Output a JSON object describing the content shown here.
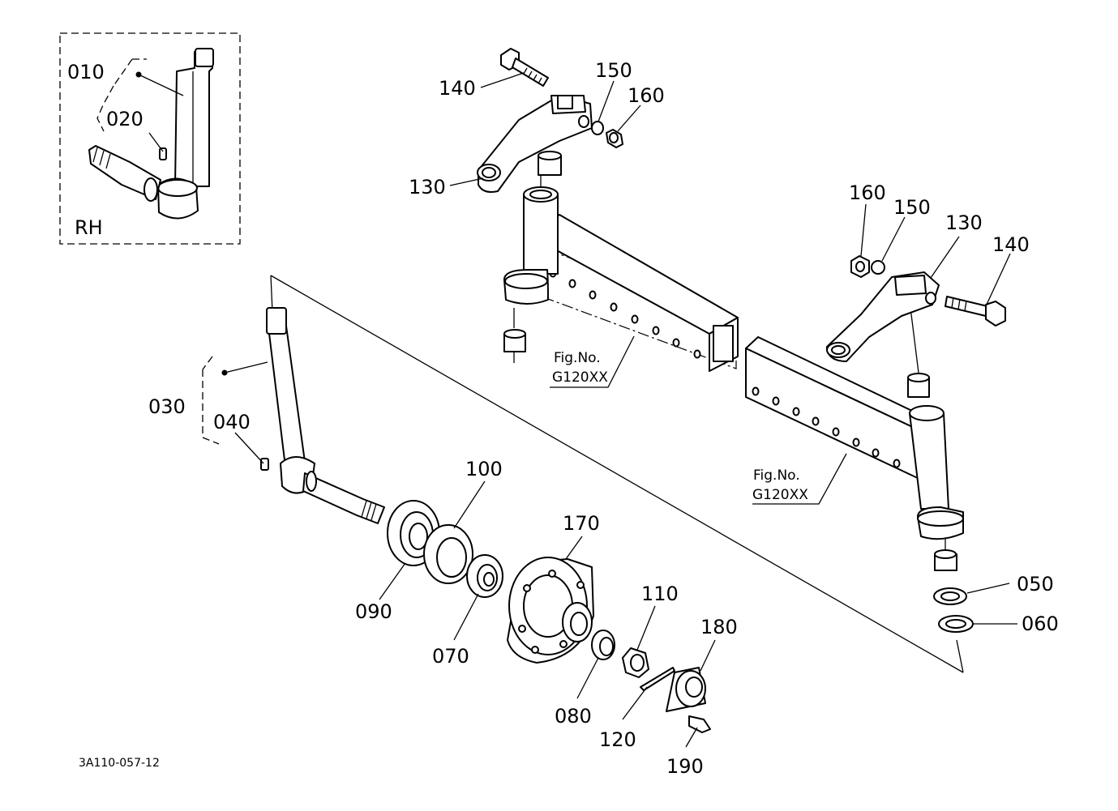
{
  "diagram": {
    "inset_label": "RH",
    "figure_code": "3A110-057-12",
    "part_numbers": {
      "p010": "010",
      "p020": "020",
      "p030": "030",
      "p040": "040",
      "p050": "050",
      "p060": "060",
      "p070": "070",
      "p080": "080",
      "p090": "090",
      "p100": "100",
      "p110": "110",
      "p120": "120",
      "p130_left": "130",
      "p130_right": "130",
      "p140_left": "140",
      "p140_right": "140",
      "p150_left": "150",
      "p150_right": "150",
      "p160_left": "160",
      "p160_right": "160",
      "p170": "170",
      "p180": "180",
      "p190": "190"
    },
    "figure_refs": {
      "left": {
        "line1": "Fig.No.",
        "line2": "G120XX"
      },
      "right": {
        "line1": "Fig.No.",
        "line2": "G120XX"
      }
    }
  }
}
